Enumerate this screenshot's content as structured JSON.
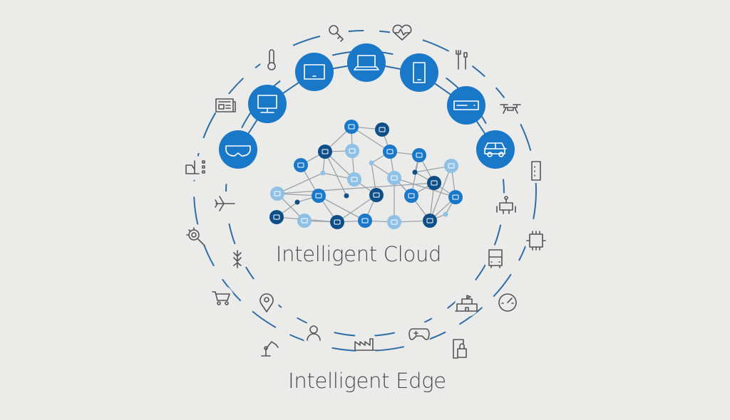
{
  "labels": {
    "cloud": "Intelligent Cloud",
    "edge": "Intelligent Edge"
  },
  "colors": {
    "background": "#ebebea",
    "primary_blue": "#1a78c8",
    "dark_blue": "#0f4f88",
    "light_blue": "#8fc1e6",
    "ring_line": "#2e6da6",
    "icon_stroke": "#555555",
    "network_line": "#9aa3ab"
  },
  "primary_devices": [
    "mixed-reality-headset-icon",
    "desktop-monitor-icon",
    "tablet-icon",
    "laptop-icon",
    "phone-icon",
    "server-icon",
    "car-icon"
  ],
  "edge_devices": [
    "key-icon",
    "heart-rate-icon",
    "thermometer-icon",
    "tools-icon",
    "newspaper-icon",
    "drone-icon",
    "forklift-icon",
    "sensor-device-icon",
    "robot-icon",
    "airplane-icon",
    "gear-icon",
    "chip-icon",
    "wheat-icon",
    "bus-icon",
    "shopping-cart-icon",
    "location-pin-icon",
    "school-icon",
    "gauge-icon",
    "robot-arm-icon",
    "person-icon",
    "factory-icon",
    "gamepad-icon",
    "lock-icon"
  ],
  "cloud_node_count": 28
}
